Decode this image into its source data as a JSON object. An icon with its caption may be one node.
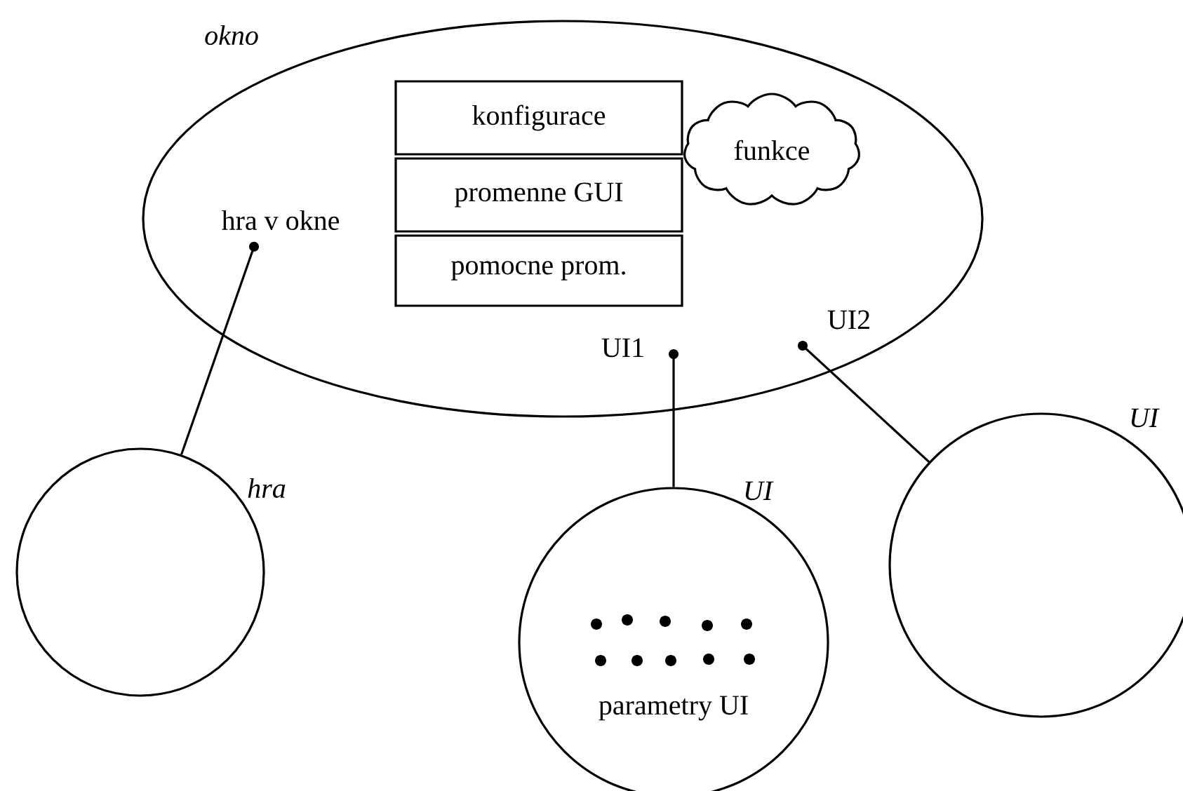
{
  "diagram": {
    "nodes": [
      {
        "text": [
          "okno"
        ]
      },
      {
        "text": [
          "konfigurace"
        ],
        "in": 0
      },
      {
        "text": [
          "promenne GUI"
        ],
        "in": 0
      },
      {
        "text": [
          "pomocne prom."
        ],
        "in": 0
      },
      {
        "text": [
          "funkce"
        ],
        "in": 0
      },
      {
        "text": [
          "hra v okne"
        ],
        "in": 0
      },
      {
        "text": [
          "UI1"
        ],
        "in": 0
      },
      {
        "text": [
          "UI2"
        ],
        "in": 0
      },
      {
        "text": [
          "hra"
        ]
      },
      {
        "text": [
          "UI",
          "parametry UI"
        ]
      },
      {
        "text": [
          "UI"
        ]
      }
    ],
    "edges": [
      {
        "from": 5,
        "to": 8,
        "arrow": "other"
      },
      {
        "from": 6,
        "to": 9,
        "arrow": "other"
      },
      {
        "from": 7,
        "to": 10,
        "arrow": "other"
      }
    ]
  }
}
